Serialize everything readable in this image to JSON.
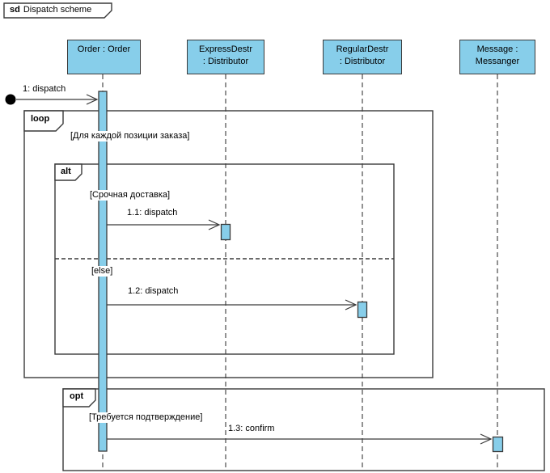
{
  "diagram": {
    "title_keyword": "sd",
    "title_name": "Dispatch scheme",
    "type": "uml-sequence-diagram"
  },
  "lifelines": [
    {
      "id": "order",
      "line1": "Order : Order",
      "line2": ""
    },
    {
      "id": "express",
      "line1": "ExpressDestr",
      "line2": ": Distributor"
    },
    {
      "id": "regular",
      "line1": "RegularDestr",
      "line2": ": Distributor"
    },
    {
      "id": "message",
      "line1": "Message :",
      "line2": "Messanger"
    }
  ],
  "fragments": {
    "loop": {
      "operator": "loop",
      "guard": "[Для каждой позиции заказа]"
    },
    "alt": {
      "operator": "alt",
      "guard1": "[Срочная доставка]",
      "guard2": "[else]"
    },
    "opt": {
      "operator": "opt",
      "guard": "[Требуется подтверждение]"
    }
  },
  "messages": {
    "m1": "1: dispatch",
    "m11": "1.1: dispatch",
    "m12": "1.2: dispatch",
    "m13": "1.3: confirm"
  },
  "colors": {
    "element_fill": "#87CEEA",
    "stroke": "#3a3a3a",
    "background": "#ffffff"
  }
}
